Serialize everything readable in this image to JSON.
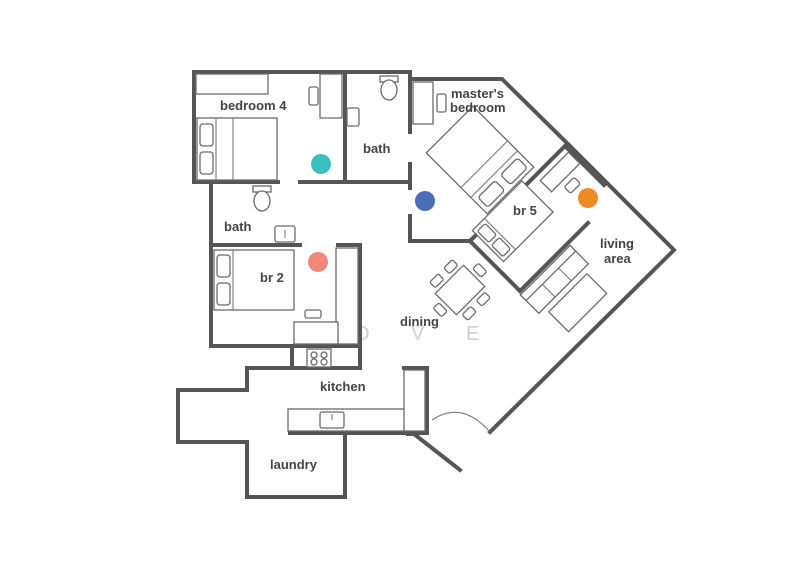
{
  "rooms": {
    "bedroom4": "bedroom 4",
    "master_line1": "master's",
    "master_line2": "bedroom",
    "bath_upper": "bath",
    "bath_left": "bath",
    "br2": "br 2",
    "br5": "br 5",
    "living_line1": "living",
    "living_line2": "area",
    "dining": "dining",
    "kitchen": "kitchen",
    "laundry": "laundry"
  },
  "watermark": "C O V E",
  "markers": {
    "bedroom4": "#3bbfc1",
    "master": "#4a6fb8",
    "br5": "#f08a24",
    "br2": "#f4857a"
  }
}
